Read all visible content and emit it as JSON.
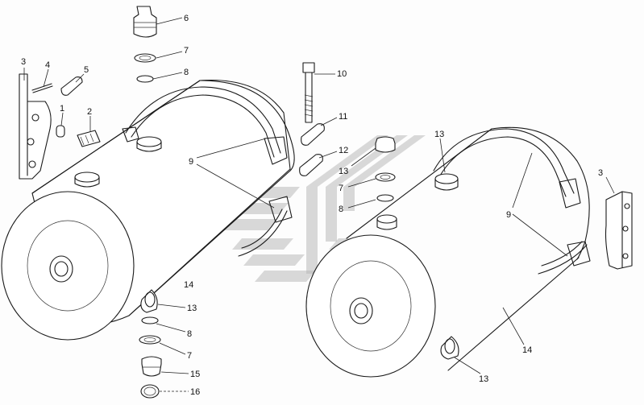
{
  "figure": {
    "callouts": [
      {
        "id": "c1",
        "text": "1"
      },
      {
        "id": "c2",
        "text": "2"
      },
      {
        "id": "c3",
        "text": "3"
      },
      {
        "id": "c4",
        "text": "4"
      },
      {
        "id": "c5",
        "text": "5"
      },
      {
        "id": "c6",
        "text": "6"
      },
      {
        "id": "c7a",
        "text": "7"
      },
      {
        "id": "c8a",
        "text": "8"
      },
      {
        "id": "c10",
        "text": "10"
      },
      {
        "id": "c11",
        "text": "11"
      },
      {
        "id": "c12",
        "text": "12"
      },
      {
        "id": "c13a",
        "text": "13"
      },
      {
        "id": "c7b",
        "text": "7"
      },
      {
        "id": "c8b",
        "text": "8"
      },
      {
        "id": "c13b",
        "text": "13"
      },
      {
        "id": "c9a",
        "text": "9"
      },
      {
        "id": "c9b",
        "text": "9"
      },
      {
        "id": "c3b",
        "text": "3"
      },
      {
        "id": "c14a",
        "text": "14"
      },
      {
        "id": "c13c",
        "text": "13"
      },
      {
        "id": "c8c",
        "text": "8"
      },
      {
        "id": "c7c",
        "text": "7"
      },
      {
        "id": "c15",
        "text": "15"
      },
      {
        "id": "c16",
        "text": "16"
      },
      {
        "id": "c14b",
        "text": "14"
      },
      {
        "id": "c13d",
        "text": "13"
      }
    ]
  },
  "colors": {
    "line": "#1a1a1a",
    "watermark": "#b9b9b9",
    "background": "#fdfdfd"
  }
}
